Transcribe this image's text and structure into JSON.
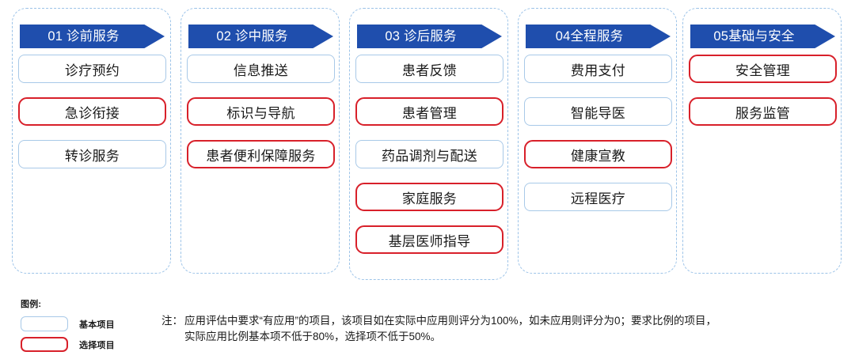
{
  "colors": {
    "banner_blue": "#1F4EAD",
    "basic_border_blue": "#a8c9e8",
    "select_border_red": "#d8202a",
    "container_dashed_blue": "#9cc3e8",
    "text": "#1a1a1a"
  },
  "columns": [
    {
      "id": "col-01",
      "header": "01 诊前服务",
      "items": [
        {
          "label": "诊疗预约",
          "type": "basic"
        },
        {
          "label": "急诊衔接",
          "type": "select"
        },
        {
          "label": "转诊服务",
          "type": "basic"
        }
      ]
    },
    {
      "id": "col-02",
      "header": "02 诊中服务",
      "items": [
        {
          "label": "信息推送",
          "type": "basic"
        },
        {
          "label": "标识与导航",
          "type": "select"
        },
        {
          "label": "患者便利保障服务",
          "type": "select"
        }
      ]
    },
    {
      "id": "col-03",
      "header": "03 诊后服务",
      "items": [
        {
          "label": "患者反馈",
          "type": "basic"
        },
        {
          "label": "患者管理",
          "type": "select"
        },
        {
          "label": "药品调剂与配送",
          "type": "basic"
        },
        {
          "label": "家庭服务",
          "type": "select"
        },
        {
          "label": "基层医师指导",
          "type": "select"
        }
      ]
    },
    {
      "id": "col-04",
      "header": "04全程服务",
      "items": [
        {
          "label": "费用支付",
          "type": "basic"
        },
        {
          "label": "智能导医",
          "type": "basic"
        },
        {
          "label": "健康宣教",
          "type": "select"
        },
        {
          "label": "远程医疗",
          "type": "basic"
        }
      ]
    },
    {
      "id": "col-05",
      "header": "05基础与安全",
      "items": [
        {
          "label": "安全管理",
          "type": "select"
        },
        {
          "label": "服务监管",
          "type": "select"
        }
      ]
    }
  ],
  "legend": {
    "title": "图例:",
    "entries": [
      {
        "label": "基本项目",
        "type": "basic"
      },
      {
        "label": "选择项目",
        "type": "select"
      }
    ]
  },
  "note": {
    "label": "注：",
    "line1": "应用评估中要求“有应用”的项目，该项目如在实际中应用则评分为100%，如未应用则评分为0；要求比例的项目，",
    "line2": "实际应用比例基本项不低于80%，选择项不低于50%。"
  }
}
